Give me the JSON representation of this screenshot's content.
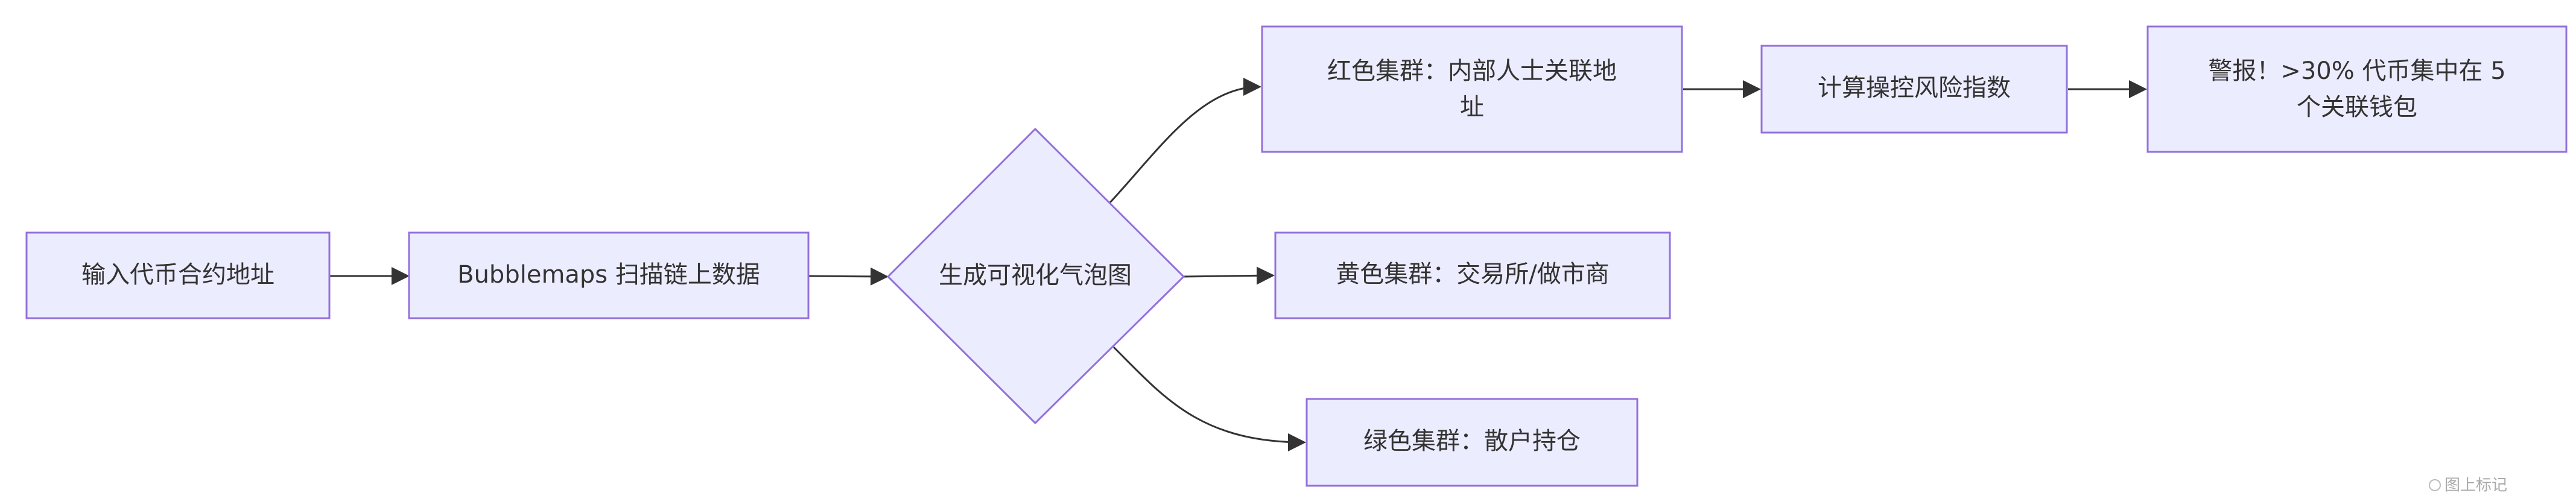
{
  "nodes": {
    "input": {
      "label": "输入代币合约地址"
    },
    "scan": {
      "label": "Bubblemaps 扫描链上数据"
    },
    "decision": {
      "label": "生成可视化气泡图"
    },
    "red": {
      "line1": "红色集群：内部人士关联地",
      "line2": "址"
    },
    "yellow": {
      "label": "黄色集群：交易所/做市商"
    },
    "green": {
      "label": "绿色集群：散户持仓"
    },
    "calc": {
      "label": "计算操控风险指数"
    },
    "alert": {
      "line1": "警报！>30% 代币集中在 5",
      "line2": "个关联钱包"
    }
  },
  "watermark": {
    "text": "图上标记"
  },
  "colors": {
    "node_fill": "#ECECFF",
    "node_stroke": "#9370DB",
    "edge": "#333333"
  }
}
